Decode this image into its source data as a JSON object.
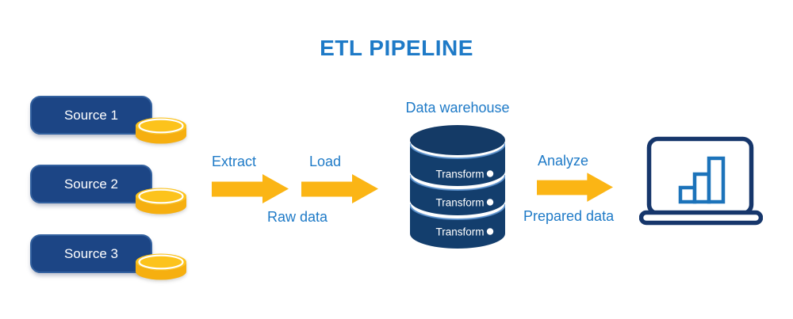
{
  "title": "ETL PIPELINE",
  "sources": [
    {
      "label": "Source 1"
    },
    {
      "label": "Source 2"
    },
    {
      "label": "Source 3"
    }
  ],
  "pipeline": {
    "extract_label": "Extract",
    "load_label": "Load",
    "raw_data_label": "Raw data",
    "analyze_label": "Analyze",
    "prepared_data_label": "Prepared data"
  },
  "warehouse": {
    "title": "Data warehouse",
    "layers": [
      "Transform",
      "Transform",
      "Transform"
    ]
  },
  "icons": {
    "coin": "yellow database coin cylinder",
    "arrow": "yellow right flow arrow",
    "database": "stacked navy database cylinder",
    "laptop": "navy outlined laptop",
    "bar_chart": "ascending blue bar chart on laptop screen"
  },
  "colors": {
    "accent": "#1e7ac7",
    "box_navy": "#1c4585",
    "box_rim": "#33619f",
    "cylinder_navy": "#133e6d",
    "cylinder_cap": "#143a66",
    "highlight_blue": "#5d93cf",
    "arrow_yellow": "#fbb515",
    "coin_top": "#fcc31c",
    "coin_side": "#f6af10",
    "laptop_navy": "#16366b",
    "chart_blue": "#1c73ba"
  }
}
